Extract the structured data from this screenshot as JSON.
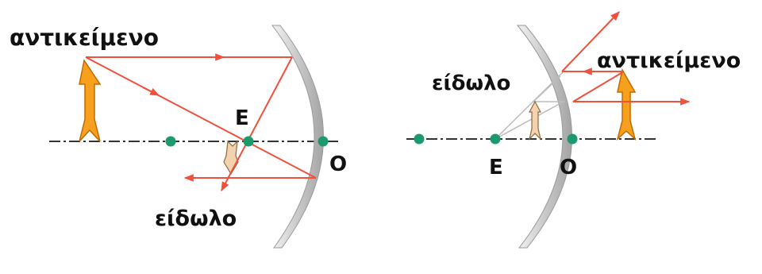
{
  "left_panel": {
    "object_label": "αντικείμενο",
    "image_label": "είδωλο",
    "focus_label": "E",
    "vertex_label": "O"
  },
  "right_panel": {
    "object_label": "αντικείμενο",
    "image_label": "είδωλο",
    "focus_label": "E",
    "vertex_label": "O"
  },
  "colors": {
    "ray": "#f0503c",
    "object_arrow": "#f7a01e",
    "image_arrow": "#f3d2ad",
    "axis": "#333333",
    "point": "#1d9a6c",
    "mirror": "#bcbcbc",
    "construction": "#bbbbbb"
  }
}
